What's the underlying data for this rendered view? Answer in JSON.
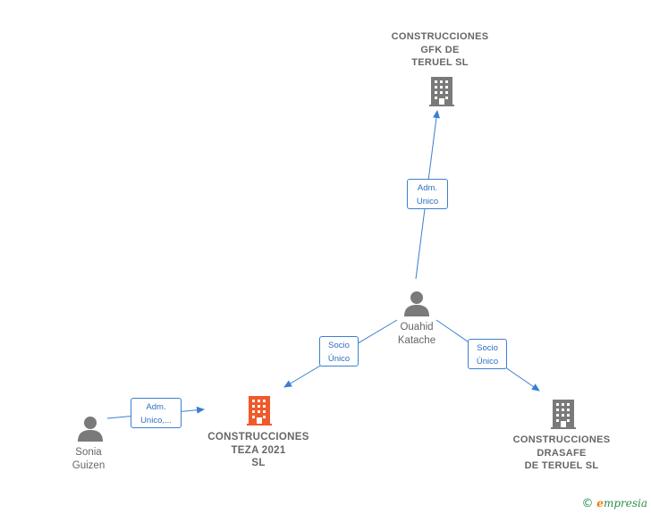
{
  "colors": {
    "company": "#7a7a7a",
    "highlight": "#f05a28",
    "person": "#7a7a7a",
    "edge": "#3b7fd0"
  },
  "nodes": {
    "gfk": {
      "label": "CONSTRUCCIONES\nGFK DE\nTERUEL  SL",
      "icon": "building-icon"
    },
    "teza": {
      "label": "CONSTRUCCIONES\nTEZA 2021\nSL",
      "icon": "building-icon"
    },
    "drasafe": {
      "label": "CONSTRUCCIONES\nDRASAFE\nDE TERUEL  SL",
      "icon": "building-icon"
    },
    "ouahid": {
      "label": "Ouahid\nKatache",
      "icon": "person-icon"
    },
    "sonia": {
      "label": "Sonia\nGuizen",
      "icon": "person-icon"
    }
  },
  "edges": {
    "ouahid_gfk": "Adm.\nUnico",
    "ouahid_teza": "Socio\nÚnico",
    "ouahid_drasafe": "Socio\nÚnico",
    "sonia_teza": "Adm.\nUnico,..."
  },
  "footer": {
    "copyright": "©",
    "brand_e": "e",
    "brand_rest": "mpresia"
  }
}
